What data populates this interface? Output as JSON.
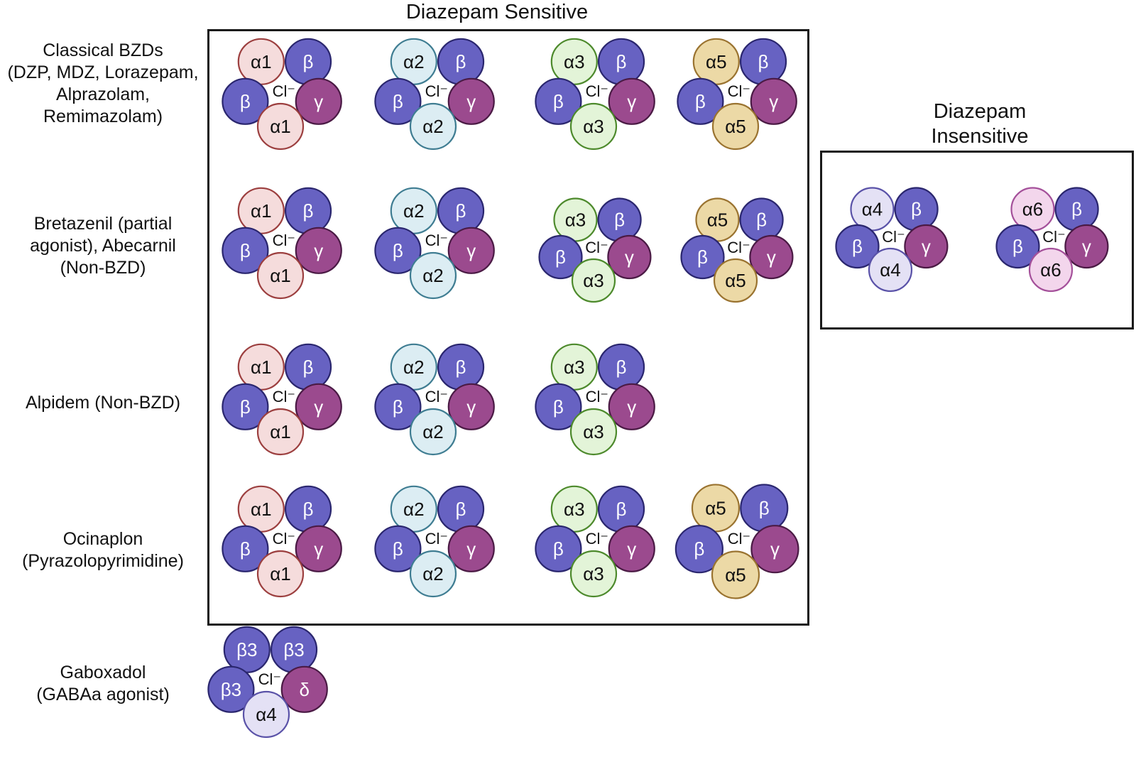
{
  "sensitive_title": "Diazepam Sensitive",
  "insensitive_title": [
    "Diazepam",
    "Insensitive"
  ],
  "chloride_label": "Cl⁻",
  "colors": {
    "a1": {
      "fill": "#f5dcdc",
      "stroke": "#9c3f3f"
    },
    "a2": {
      "fill": "#dcedf3",
      "stroke": "#3f7d92"
    },
    "a3": {
      "fill": "#e3f4d8",
      "stroke": "#4d8a2c"
    },
    "a4": {
      "fill": "#e4e1f5",
      "stroke": "#5a52a8"
    },
    "a5": {
      "fill": "#ecd9a6",
      "stroke": "#9a7330"
    },
    "a6": {
      "fill": "#f3d6ec",
      "stroke": "#a4509a"
    },
    "beta": {
      "fill": "#6762c2",
      "stroke": "#2a266e"
    },
    "gamma": {
      "fill": "#9b4a8e",
      "stroke": "#4a1a44"
    },
    "delta": {
      "fill": "#9b4a8e",
      "stroke": "#4a1a44"
    }
  },
  "drugs": [
    {
      "lines": [
        "Classical BZDs",
        "(DZP, MDZ, Lorazepam,",
        "Alprazolam,",
        "Remimazolam)"
      ]
    },
    {
      "lines": [
        "Bretazenil (partial",
        "agonist), Abecarnil",
        "(Non-BZD)"
      ]
    },
    {
      "lines": [
        "Alpidem (Non-BZD)"
      ]
    },
    {
      "lines": [
        "Ocinaplon",
        "(Pyrazolopyrimidine)"
      ]
    },
    {
      "lines": [
        "Gaboxadol",
        "(GABAa agonist)"
      ]
    }
  ],
  "receptors": [
    {
      "group": "sensitive",
      "row": 0,
      "subunits": [
        {
          "label": "α1",
          "type": "a1"
        },
        {
          "label": "β",
          "type": "beta"
        },
        {
          "label": "β",
          "type": "beta"
        },
        {
          "label": "γ",
          "type": "gamma"
        },
        {
          "label": "α1",
          "type": "a1"
        }
      ]
    },
    {
      "group": "sensitive",
      "row": 0,
      "subunits": [
        {
          "label": "α2",
          "type": "a2"
        },
        {
          "label": "β",
          "type": "beta"
        },
        {
          "label": "β",
          "type": "beta"
        },
        {
          "label": "γ",
          "type": "gamma"
        },
        {
          "label": "α2",
          "type": "a2"
        }
      ]
    },
    {
      "group": "sensitive",
      "row": 0,
      "subunits": [
        {
          "label": "α3",
          "type": "a3"
        },
        {
          "label": "β",
          "type": "beta"
        },
        {
          "label": "β",
          "type": "beta"
        },
        {
          "label": "γ",
          "type": "gamma"
        },
        {
          "label": "α3",
          "type": "a3"
        }
      ]
    },
    {
      "group": "sensitive",
      "row": 0,
      "subunits": [
        {
          "label": "α5",
          "type": "a5"
        },
        {
          "label": "β",
          "type": "beta"
        },
        {
          "label": "β",
          "type": "beta"
        },
        {
          "label": "γ",
          "type": "gamma"
        },
        {
          "label": "α5",
          "type": "a5"
        }
      ]
    },
    {
      "group": "sensitive",
      "row": 1,
      "subunits": [
        {
          "label": "α1",
          "type": "a1"
        },
        {
          "label": "β",
          "type": "beta"
        },
        {
          "label": "β",
          "type": "beta"
        },
        {
          "label": "γ",
          "type": "gamma"
        },
        {
          "label": "α1",
          "type": "a1"
        }
      ]
    },
    {
      "group": "sensitive",
      "row": 1,
      "subunits": [
        {
          "label": "α2",
          "type": "a2"
        },
        {
          "label": "β",
          "type": "beta"
        },
        {
          "label": "β",
          "type": "beta"
        },
        {
          "label": "γ",
          "type": "gamma"
        },
        {
          "label": "α2",
          "type": "a2"
        }
      ]
    },
    {
      "group": "sensitive",
      "row": 1,
      "subunits": [
        {
          "label": "α3",
          "type": "a3"
        },
        {
          "label": "β",
          "type": "beta"
        },
        {
          "label": "β",
          "type": "beta"
        },
        {
          "label": "γ",
          "type": "gamma"
        },
        {
          "label": "α3",
          "type": "a3"
        }
      ]
    },
    {
      "group": "sensitive",
      "row": 1,
      "subunits": [
        {
          "label": "α5",
          "type": "a5"
        },
        {
          "label": "β",
          "type": "beta"
        },
        {
          "label": "β",
          "type": "beta"
        },
        {
          "label": "γ",
          "type": "gamma"
        },
        {
          "label": "α5",
          "type": "a5"
        }
      ]
    },
    {
      "group": "sensitive",
      "row": 2,
      "subunits": [
        {
          "label": "α1",
          "type": "a1"
        },
        {
          "label": "β",
          "type": "beta"
        },
        {
          "label": "β",
          "type": "beta"
        },
        {
          "label": "γ",
          "type": "gamma"
        },
        {
          "label": "α1",
          "type": "a1"
        }
      ]
    },
    {
      "group": "sensitive",
      "row": 2,
      "subunits": [
        {
          "label": "α2",
          "type": "a2"
        },
        {
          "label": "β",
          "type": "beta"
        },
        {
          "label": "β",
          "type": "beta"
        },
        {
          "label": "γ",
          "type": "gamma"
        },
        {
          "label": "α2",
          "type": "a2"
        }
      ]
    },
    {
      "group": "sensitive",
      "row": 2,
      "subunits": [
        {
          "label": "α3",
          "type": "a3"
        },
        {
          "label": "β",
          "type": "beta"
        },
        {
          "label": "β",
          "type": "beta"
        },
        {
          "label": "γ",
          "type": "gamma"
        },
        {
          "label": "α3",
          "type": "a3"
        }
      ]
    },
    {
      "group": "sensitive",
      "row": 3,
      "subunits": [
        {
          "label": "α1",
          "type": "a1"
        },
        {
          "label": "β",
          "type": "beta"
        },
        {
          "label": "β",
          "type": "beta"
        },
        {
          "label": "γ",
          "type": "gamma"
        },
        {
          "label": "α1",
          "type": "a1"
        }
      ]
    },
    {
      "group": "sensitive",
      "row": 3,
      "subunits": [
        {
          "label": "α2",
          "type": "a2"
        },
        {
          "label": "β",
          "type": "beta"
        },
        {
          "label": "β",
          "type": "beta"
        },
        {
          "label": "γ",
          "type": "gamma"
        },
        {
          "label": "α2",
          "type": "a2"
        }
      ]
    },
    {
      "group": "sensitive",
      "row": 3,
      "subunits": [
        {
          "label": "α3",
          "type": "a3"
        },
        {
          "label": "β",
          "type": "beta"
        },
        {
          "label": "β",
          "type": "beta"
        },
        {
          "label": "γ",
          "type": "gamma"
        },
        {
          "label": "α3",
          "type": "a3"
        }
      ]
    },
    {
      "group": "sensitive",
      "row": 3,
      "subunits": [
        {
          "label": "α5",
          "type": "a5"
        },
        {
          "label": "β",
          "type": "beta"
        },
        {
          "label": "β",
          "type": "beta"
        },
        {
          "label": "γ",
          "type": "gamma"
        },
        {
          "label": "α5",
          "type": "a5"
        }
      ]
    },
    {
      "group": "insensitive",
      "row": 0,
      "subunits": [
        {
          "label": "α4",
          "type": "a4"
        },
        {
          "label": "β",
          "type": "beta"
        },
        {
          "label": "β",
          "type": "beta"
        },
        {
          "label": "γ",
          "type": "gamma"
        },
        {
          "label": "α4",
          "type": "a4"
        }
      ]
    },
    {
      "group": "insensitive",
      "row": 0,
      "subunits": [
        {
          "label": "α6",
          "type": "a6"
        },
        {
          "label": "β",
          "type": "beta"
        },
        {
          "label": "β",
          "type": "beta"
        },
        {
          "label": "γ",
          "type": "gamma"
        },
        {
          "label": "α6",
          "type": "a6"
        }
      ]
    },
    {
      "group": "gaboxadol",
      "row": 4,
      "subunits": [
        {
          "label": "β3",
          "type": "beta"
        },
        {
          "label": "β3",
          "type": "beta"
        },
        {
          "label": "β3",
          "type": "beta"
        },
        {
          "label": "δ",
          "type": "delta"
        },
        {
          "label": "α4",
          "type": "a4"
        }
      ]
    }
  ]
}
